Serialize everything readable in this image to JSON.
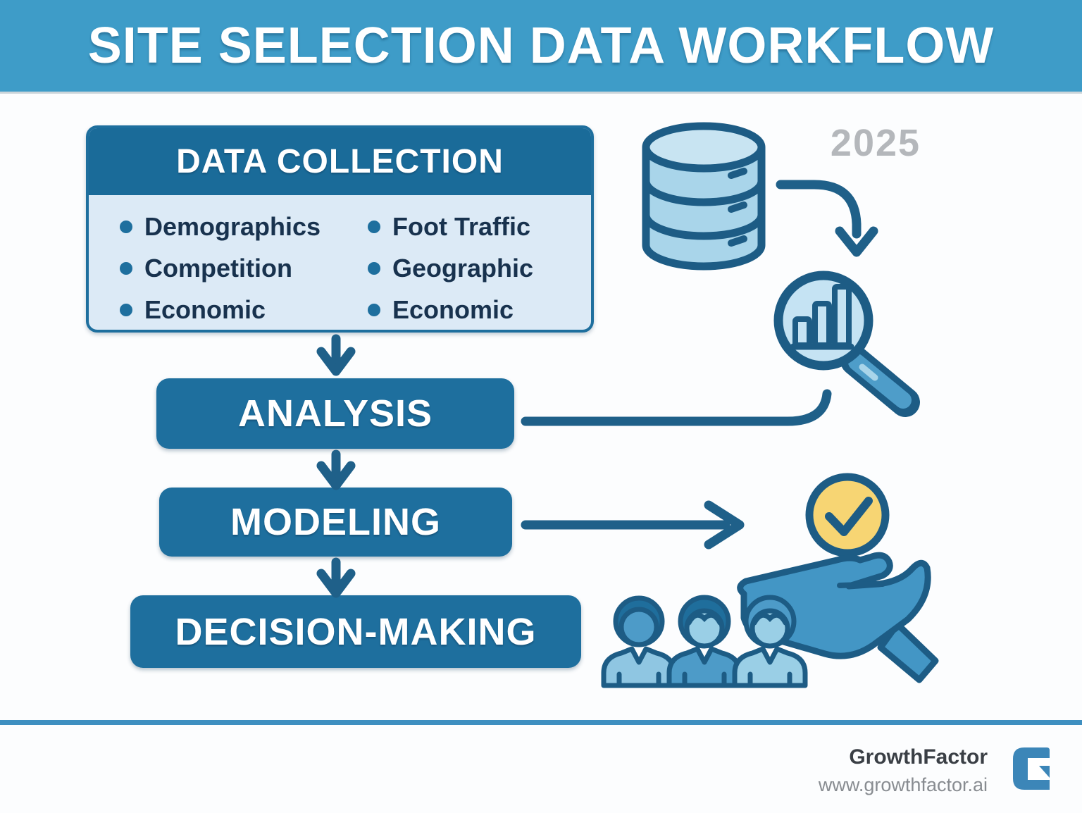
{
  "header": {
    "title": "SITE SELECTION DATA WORKFLOW"
  },
  "year_label": "2025",
  "data_collection": {
    "title": "DATA COLLECTION",
    "col1": [
      "Demographics",
      "Competition",
      "Economic"
    ],
    "col2": [
      "Foot Traffic",
      "Geographic",
      "Economic"
    ]
  },
  "flow": {
    "analysis": "ANALYSIS",
    "modeling": "MODELING",
    "decision": "DECISION-MAKING"
  },
  "icons": [
    "database-icon",
    "curved-arrow-icon",
    "magnifier-bar-chart-icon",
    "check-circle-icon",
    "hand-icon",
    "team-icon",
    "g-logo-icon"
  ],
  "footer": {
    "brand": "GrowthFactor",
    "url": "www.growthfactor.ai"
  },
  "colors": {
    "banner": "#3E9CC8",
    "box_header": "#1A6B99",
    "box_body": "#DCEAF6",
    "flow_box": "#1E6F9E",
    "outline": "#1D5C85",
    "connector": "#1F6089",
    "yellow": "#F7D573",
    "icon_fill": "#A9D5EA",
    "icon_fill_light": "#C8E4F2",
    "glass": "#C5E3F3",
    "handle": "#4E9DC9",
    "hand": "#4396C5",
    "person_light": "#8FC6E2",
    "person_mid": "#4D9BC8",
    "person_pale": "#9ACFE6",
    "hair_dark": "#1F6E9C",
    "year_gray": "#B4B7BB",
    "footer_strip": "#3E8FC0",
    "logo_blue": "#3C86B8",
    "text_navy": "#18324E",
    "footer_text": "#3A3F45",
    "footer_url": "#888C91"
  }
}
